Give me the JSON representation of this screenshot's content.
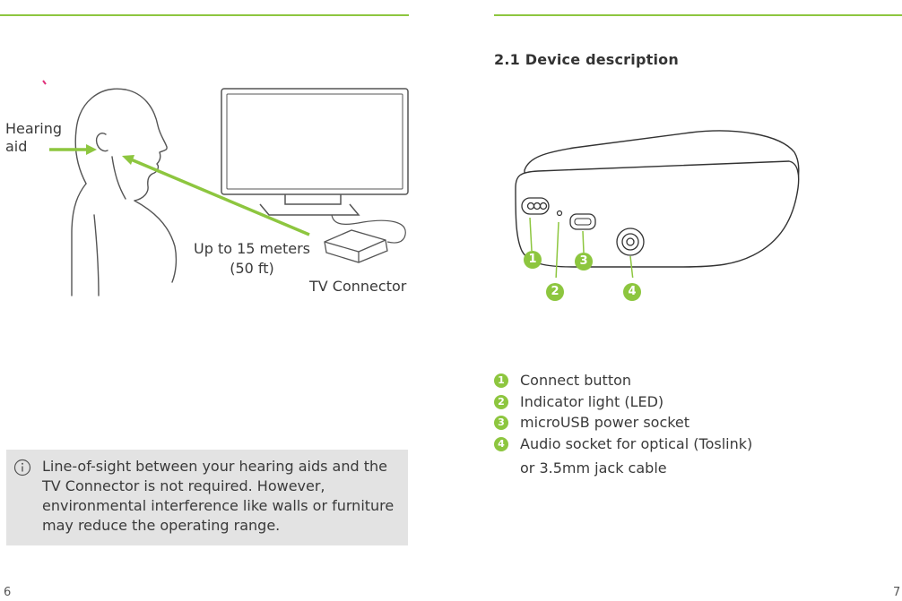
{
  "left_page": {
    "labels": {
      "hearing_aid_line1": "Hearing",
      "hearing_aid_line2": "aid",
      "range_line1": "Up to 15 meters",
      "range_line2": "(50 ft)",
      "tv_connector": "TV Connector"
    },
    "note": "Line-of-sight between your hearing aids and the TV Connector is not required. However, environmental interference like walls or furniture may reduce the operating range.",
    "page_number": "6"
  },
  "right_page": {
    "section_title": "2.1 Device description",
    "callouts": [
      "1",
      "2",
      "3",
      "4"
    ],
    "legend": [
      {
        "num": "1",
        "text": "Connect button"
      },
      {
        "num": "2",
        "text": "Indicator light (LED)"
      },
      {
        "num": "3",
        "text": "microUSB power socket"
      },
      {
        "num": "4",
        "text": "Audio socket for optical (Toslink)"
      }
    ],
    "legend_continuation": "or 3.5mm jack cable",
    "page_number": "7"
  },
  "colors": {
    "accent_green": "#8dc63f",
    "note_background": "#e3e3e3",
    "text": "#3a3a3a"
  },
  "icons": [
    "info-icon"
  ]
}
